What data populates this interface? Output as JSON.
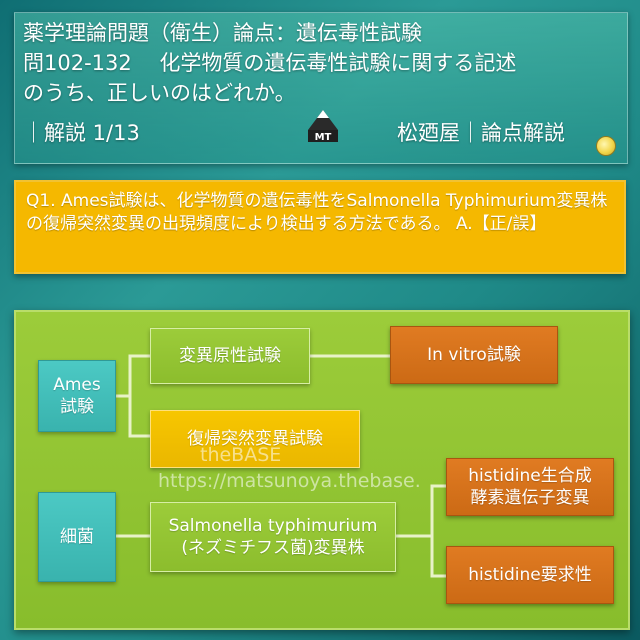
{
  "header": {
    "line1": "薬学理論問題（衛生）論点：遺伝毒性試験",
    "line2": "問102-132　 化学物質の遺伝毒性試験に関する記述",
    "line3": "のうち、正しいのはどれか。",
    "line4": "｜解説 1/13",
    "brand": "松廼屋｜論点解説",
    "logo_text": "MT"
  },
  "question": {
    "text": "Q1. Ames試験は、化学物質の遺伝毒性をSalmonella Typhimurium変異株の復帰突然変異の出現頻度により検出する方法である。 A.【正/誤】"
  },
  "diagram": {
    "nodes": {
      "ames": "Ames\n試験",
      "mutagenicity": "変異原性試験",
      "invitro": "In vitro試験",
      "reverse": "復帰突然変異試験",
      "bacteria": "細菌",
      "salmonella": "Salmonella typhimurium\n(ネズミチフス菌)変異株",
      "his_gene": "histidine生合成\n酵素遺伝子変異",
      "his_req": "histidine要求性"
    },
    "watermark1": "theBASE",
    "watermark2": "https://matsunoya.thebase."
  },
  "colors": {
    "teal": "#4cc9c4",
    "green": "#9ccc3a",
    "orange": "#e07b22",
    "yellow": "#f7c600"
  }
}
